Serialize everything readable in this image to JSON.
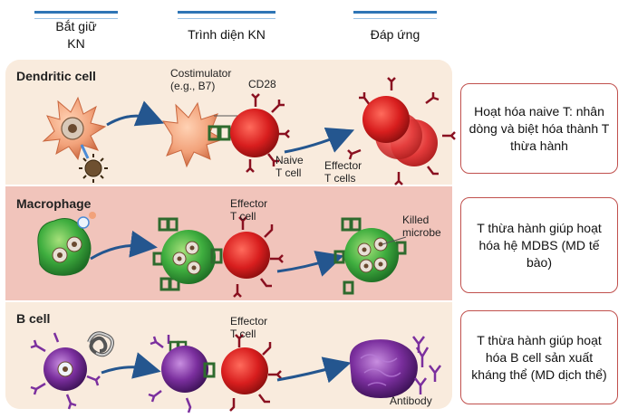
{
  "columns": {
    "capture": [
      "Bắt giữ",
      "KN"
    ],
    "present": "Trình diện KN",
    "response": "Đáp ứng"
  },
  "rows": [
    {
      "title": "Dendritic cell",
      "labels": {
        "costim1": "Costimulator",
        "costim2": "(e.g., B7)",
        "cd28": "CD28",
        "naive1": "Naive",
        "naive2": "T cell",
        "eff1": "Effector",
        "eff2": "T cells"
      },
      "box": "Hoạt hóa naive T: nhân dòng và biệt hóa thành T thừa hành"
    },
    {
      "title": "Macrophage",
      "labels": {
        "eff1": "Effector",
        "eff2": "T cell",
        "killed1": "Killed",
        "killed2": "microbe"
      },
      "box": "T thừa hành giúp hoạt hóa hệ MDBS (MD tế bào)"
    },
    {
      "title": "B cell",
      "labels": {
        "eff1": "Effector",
        "eff2": "T cell",
        "antibody": "Antibody"
      },
      "box": "T thừa hành giúp hoạt hóa B cell sản xuất kháng thể (MD dịch thể)"
    }
  ],
  "colors": {
    "accent_blue": "#2e75b6",
    "arrow": "#24568f",
    "box_border": "#c0504d",
    "t_cell": "#d81e1e",
    "dendritic": "#f2a27a",
    "macrophage": "#3fae3f",
    "b_cell": "#7b2f9e"
  }
}
